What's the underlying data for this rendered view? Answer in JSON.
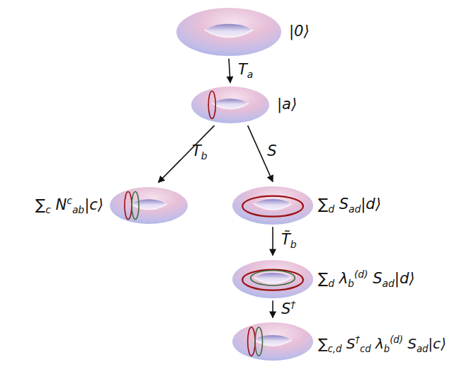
{
  "diagram": {
    "nodes": [
      {
        "text": [
          "|0⟩"
        ]
      },
      {
        "text": [
          "|a⟩"
        ]
      },
      {
        "text": [
          "∑c Ncab|c⟩"
        ]
      },
      {
        "text": [
          "∑d Sad|d⟩"
        ]
      },
      {
        "text": [
          "∑d λb(d) Sad|d⟩"
        ]
      },
      {
        "text": [
          "∑c,d S†cd λb(d) Sad|c⟩"
        ]
      }
    ],
    "edges": [
      {
        "from": 0,
        "to": 1,
        "label": "Ta",
        "arrow": "to"
      },
      {
        "from": 1,
        "to": 2,
        "label": "Tb",
        "arrow": "to"
      },
      {
        "from": 1,
        "to": 3,
        "label": "S",
        "arrow": "to"
      },
      {
        "from": 3,
        "to": 4,
        "label": "T̃b",
        "arrow": "to"
      },
      {
        "from": 4,
        "to": 5,
        "label": "S†",
        "arrow": "to"
      }
    ]
  }
}
